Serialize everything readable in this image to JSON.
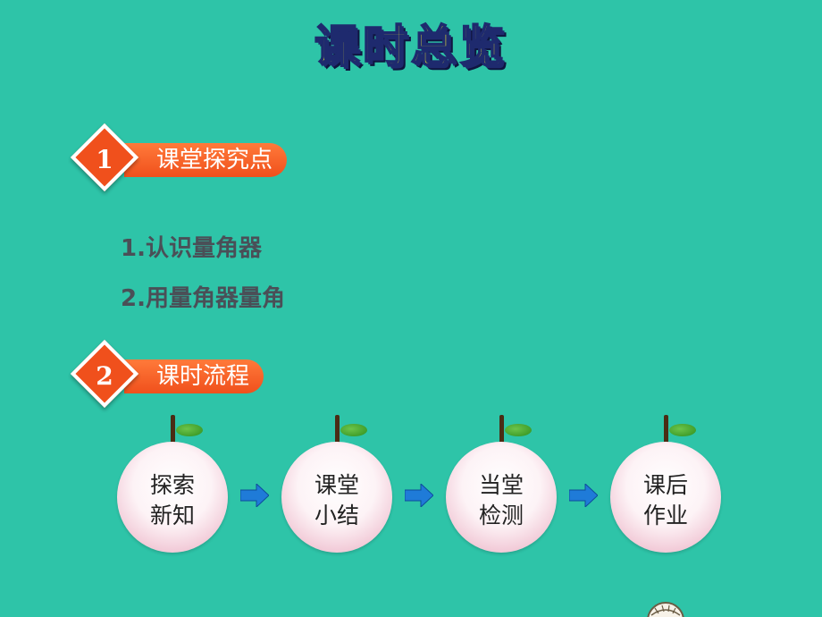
{
  "title": "课时总览",
  "sections": [
    {
      "num": "1",
      "label": "课堂探究点"
    },
    {
      "num": "2",
      "label": "课时流程"
    }
  ],
  "points": [
    "1.认识量角器",
    "2.用量角器量角"
  ],
  "flow": [
    {
      "line1": "探索",
      "line2": "新知"
    },
    {
      "line1": "课堂",
      "line2": "小结"
    },
    {
      "line1": "当堂",
      "line2": "检测"
    },
    {
      "line1": "课后",
      "line2": "作业"
    }
  ],
  "colors": {
    "background": "#2ec4a8",
    "title": "#f7ef2c",
    "section_bar": "#f0501c",
    "arrow": "#1f7bd8"
  }
}
